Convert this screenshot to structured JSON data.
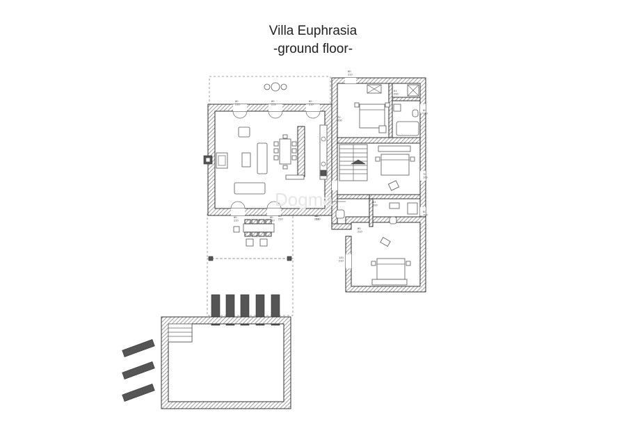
{
  "title": "Villa Euphrasia",
  "subtitle": "-ground floor-",
  "watermark": "Dogma",
  "colors": {
    "wall_hatch": "#777777",
    "lines": "#444444",
    "background": "#ffffff"
  },
  "dimension_labels": [
    "80 210",
    "80 210",
    "80 210",
    "80 210",
    "80 210",
    "80 210",
    "61 200",
    "60 100",
    "80 210",
    "70 200",
    "70 100",
    "61 200",
    "60 100",
    "80 210",
    "120 210",
    "80 210",
    "80 210"
  ]
}
